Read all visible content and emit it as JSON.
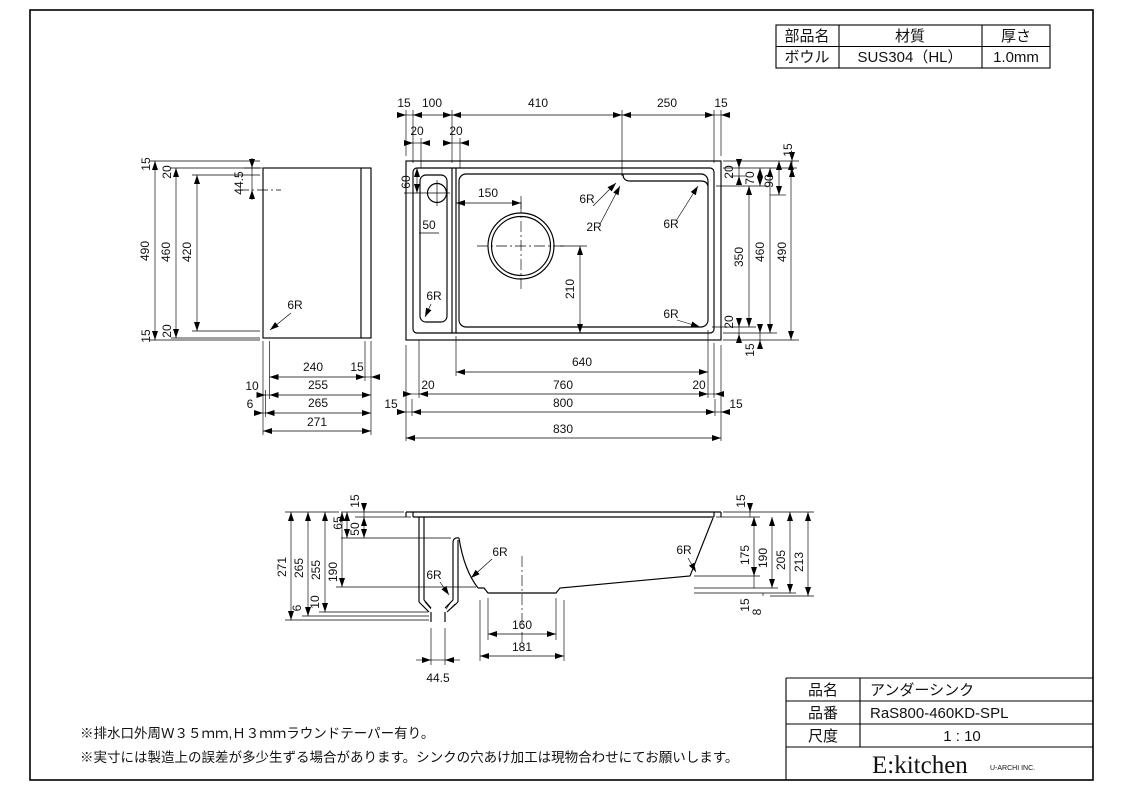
{
  "parts_table": {
    "headers": [
      "部品名",
      "材質",
      "厚さ"
    ],
    "row": [
      "ボウル",
      "SUS304（HL）",
      "1.0mm"
    ]
  },
  "title_block": {
    "rows": [
      {
        "label": "品名",
        "value": "アンダーシンク"
      },
      {
        "label": "品番",
        "value": "RaS800-460KD-SPL"
      },
      {
        "label": "尺度",
        "value": "1 : 10"
      }
    ],
    "logo_main": "E:kitchen",
    "logo_sub": "U-ARCHI INC."
  },
  "notes": [
    "※排水口外周Ｗ３５ｍｍ,Ｈ３ｍｍラウンドテーパー有り。",
    "※実寸には製造上の誤差が多少生ずる場合があります。シンクの穴あけ加工は現物合わせにてお願いします。"
  ],
  "dims": {
    "plan_top": [
      "15",
      "100",
      "410",
      "250",
      "15"
    ],
    "plan_top2": [
      "20",
      "20"
    ],
    "lv_left": [
      "15",
      "20",
      "490",
      "460",
      "420",
      "20",
      "15"
    ],
    "lv_offset": "44.5",
    "lv_corner": "6R",
    "lv_bottom": [
      "240",
      "15",
      "10",
      "255",
      "6",
      "265",
      "271"
    ],
    "plan_in": {
      "d60": "60",
      "d150": "150",
      "d50": "50",
      "d210": "210",
      "r6a": "6R",
      "r2": "2R",
      "r6b": "6R",
      "r6c": "6R",
      "r6d": "6R"
    },
    "plan_right": [
      "20",
      "70",
      "90",
      "15",
      "350",
      "460",
      "490",
      "20",
      "15"
    ],
    "plan_bottom": [
      "640",
      "20",
      "760",
      "20",
      "15",
      "800",
      "15",
      "830"
    ],
    "sec_left_top": [
      "15",
      "65",
      "50"
    ],
    "sec_left": [
      "271",
      "265",
      "255",
      "190",
      "10",
      "6"
    ],
    "sec_corners": [
      "6R",
      "6R",
      "6R"
    ],
    "sec_bottom": [
      "160",
      "181",
      "44.5"
    ],
    "sec_right": [
      "15",
      "175",
      "190",
      "205",
      "213",
      "15",
      "8"
    ]
  }
}
